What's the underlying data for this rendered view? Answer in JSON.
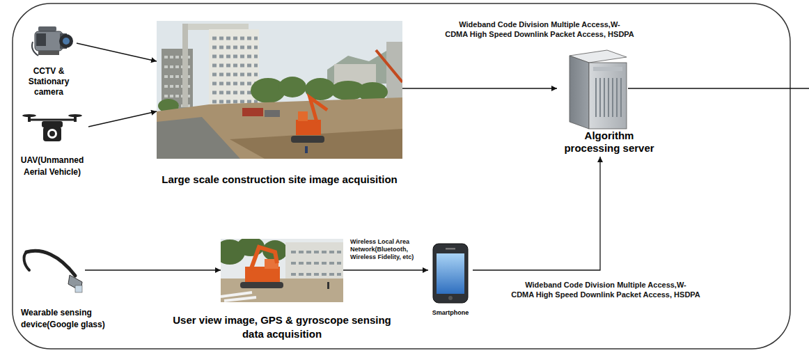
{
  "diagram": {
    "nodes": [
      {
        "text": [
          "CCTV & Stationary camera"
        ]
      },
      {
        "text": [
          "UAV(Unmanned Aerial Vehicle)"
        ]
      },
      {
        "text": [
          "Large scale construction site image acquisition"
        ]
      },
      {
        "text": [
          "Algorithm processing server"
        ]
      },
      {
        "text": [
          "Wearable sensing device(Google glass)"
        ]
      },
      {
        "text": [
          "User view image, GPS & gyroscope sensing data acquisition"
        ]
      },
      {
        "text": [
          "Smartphone"
        ]
      }
    ],
    "edges": [
      {
        "from": 0,
        "to": 2,
        "arrow": "to"
      },
      {
        "from": 1,
        "to": 2,
        "arrow": "to"
      },
      {
        "from": 2,
        "to": 3,
        "arrow": "to",
        "label": "Wideband Code Division Multiple Access,W-CDMA High Speed Downlink Packet Access, HSDPA"
      },
      {
        "from": 4,
        "to": 5,
        "arrow": "to"
      },
      {
        "from": 5,
        "to": 6,
        "arrow": "to",
        "label": "Wireless Local Area Network(Bluetooth, Wireless Fidelity, etc)"
      },
      {
        "from": 6,
        "to": 3,
        "arrow": "to",
        "label": "Wideband Code Division Multiple Access,W-CDMA High Speed Downlink Packet Access, HSDPA"
      }
    ]
  }
}
